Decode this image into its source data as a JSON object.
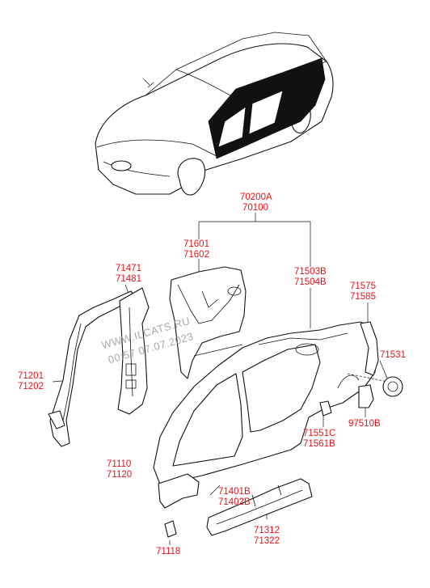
{
  "labels": {
    "assembly_a": "70200A",
    "assembly_b": "70100",
    "quarter_inner_a": "71601",
    "quarter_inner_b": "71602",
    "pillar_a": "71471",
    "pillar_b": "71481",
    "side_outer_a": "71503B",
    "side_outer_b": "71504B",
    "rear_a": "71575",
    "rear_b": "71585",
    "fuel_lid": "71531",
    "front_pillar_a": "71201",
    "front_pillar_b": "71202",
    "bracket_a": "71551C",
    "bracket_b": "71561B",
    "fuel_housing": "97510B",
    "side_panel_a": "71110",
    "side_panel_b": "71120",
    "sill_a": "71401B",
    "sill_b": "71402B",
    "sill_rein_a": "71312",
    "sill_rein_b": "71322",
    "clip": "71118"
  },
  "watermark": {
    "line1": "WWW.ILCATS.RU",
    "line2": "00:57 07.07.2023"
  }
}
